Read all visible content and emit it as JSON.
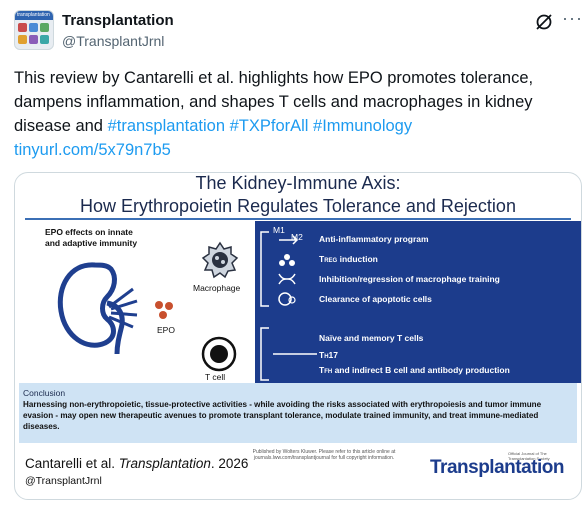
{
  "post": {
    "author_name": "Transplantation",
    "author_handle": "@TransplantJrnl",
    "avatar_label": "transplantation",
    "text_main": "This review by Cantarelli et al. highlights how EPO promotes tolerance, dampens inflammation, and shapes T cells and macrophages in kidney disease and ",
    "hashtag_1": "#transplantation",
    "hashtag_2": "#TXPforAll",
    "hashtag_3": "#Immunology",
    "link": "tinyurl.com/5x79n7b5",
    "more_label": "···"
  },
  "infographic": {
    "title_line1": "The Kidney-Immune Axis:",
    "title_line2": "How Erythropoietin Regulates Tolerance and Rejection",
    "epo_effects_line1": "EPO effects on innate",
    "epo_effects_line2": "and adaptive immunity",
    "macrophage_label": "Macrophage",
    "epo_label": "EPO",
    "tcell_label": "T cell",
    "m1_label": "M1",
    "m2_label": "M2",
    "macrophage_effects": {
      "anti_inflammatory": "Anti-inflammatory program",
      "treg_prefix": "T",
      "treg_sub": "REG",
      "treg_suffix": " induction",
      "inhibition": "Inhibition/regression of macrophage training",
      "clearance": "Clearance of apoptotic cells"
    },
    "tcell_effects": {
      "naive_memory": "Naïve and memory T cells",
      "th17_prefix": "T",
      "th17_sub": "H",
      "th17_suffix": "17",
      "tfh_prefix": "T",
      "tfh_sub": "FH",
      "tfh_suffix": " and indirect B cell and antibody production"
    },
    "conclusion_heading": "Conclusion",
    "conclusion_body": "Harnessing non-erythropoietic, tissue-protective activities - while avoiding the risks associated with erythropoiesis and tumor immune evasion - may open new therapeutic avenues to promote transplant tolerance, modulate trained immunity, and treat immune-mediated diseases.",
    "citation_prefix": "Cantarelli et al. ",
    "citation_journal": "Transplantation",
    "citation_year": ". 2026",
    "citation_handle": "@TransplantJrnl",
    "publisher_note": "Published by Wolters Kluwer. Please refer to this article online at journals.lww.com/transplantjournal for full copyright information.",
    "brand": "Transplantation",
    "brand_sub": "Official Journal of The Transplantation Society"
  },
  "colors": {
    "link": "#1d9bf0",
    "panel_blue": "#1c3c8c",
    "conclusion_bg": "#cfe3f4",
    "kidney_blue": "#1f3f8f",
    "epo_dot": "#c8502e"
  },
  "icons": [
    "grok-icon",
    "more-icon",
    "kidney-icon",
    "macrophage-icon",
    "tcell-icon"
  ]
}
